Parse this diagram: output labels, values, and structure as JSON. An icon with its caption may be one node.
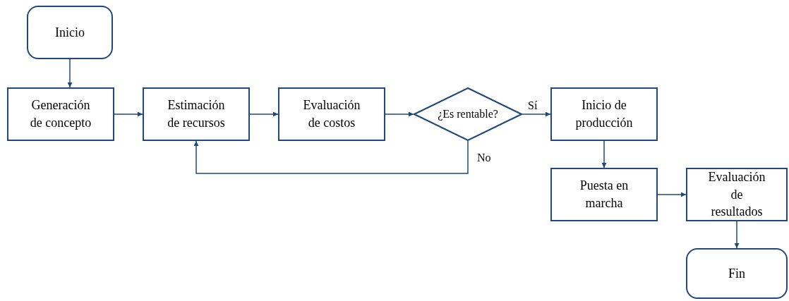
{
  "diagram": {
    "nodes": [
      {
        "text": [
          "Inicio"
        ]
      },
      {
        "text": [
          "Generación de concepto"
        ]
      },
      {
        "text": [
          "Estimación de recursos"
        ]
      },
      {
        "text": [
          "Evaluación de costos"
        ]
      },
      {
        "text": [
          "¿Es rentable?"
        ]
      },
      {
        "text": [
          "Inicio de producción"
        ]
      },
      {
        "text": [
          "Puesta en marcha"
        ]
      },
      {
        "text": [
          "Evaluación de resultados"
        ]
      },
      {
        "text": [
          "Fin"
        ]
      }
    ],
    "edges": [
      {
        "from": 0,
        "to": 1,
        "arrow": "to"
      },
      {
        "from": 1,
        "to": 2,
        "arrow": "to"
      },
      {
        "from": 2,
        "to": 3,
        "arrow": "to"
      },
      {
        "from": 3,
        "to": 4,
        "arrow": "to"
      },
      {
        "from": 4,
        "to": 5,
        "arrow": "to",
        "label": "Sí"
      },
      {
        "from": 4,
        "to": 2,
        "arrow": "to",
        "label": "No"
      },
      {
        "from": 5,
        "to": 6,
        "arrow": "to"
      },
      {
        "from": 6,
        "to": 7,
        "arrow": "to"
      },
      {
        "from": 7,
        "to": 8,
        "arrow": "to"
      }
    ]
  }
}
